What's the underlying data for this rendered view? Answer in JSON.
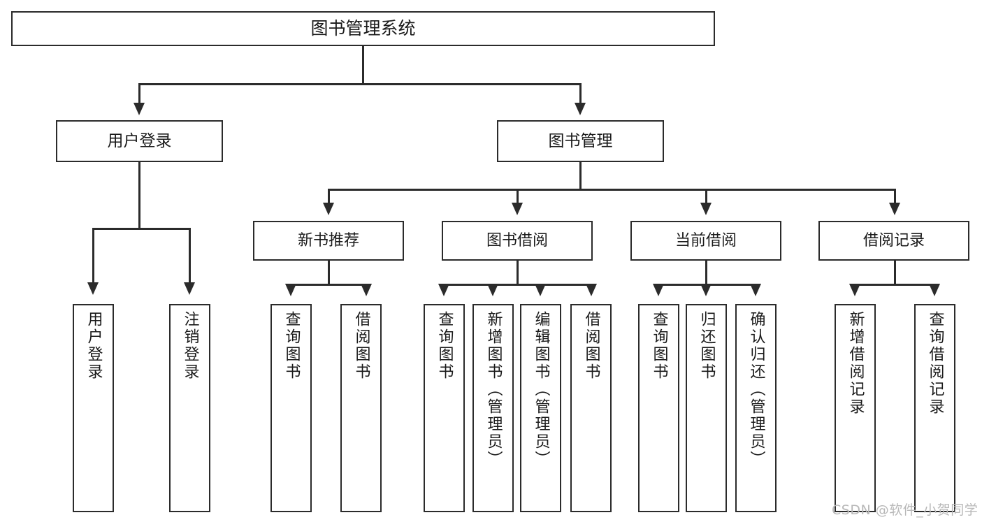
{
  "diagram": {
    "type": "tree",
    "title": "图书管理系统",
    "orientation": "top-down",
    "levels": 4,
    "line_color": "#2b2b2b",
    "box_fill": "#ffffff",
    "background": "#ffffff"
  },
  "root": {
    "label": "图书管理系统"
  },
  "level2": [
    {
      "label": "用户登录"
    },
    {
      "label": "图书管理"
    }
  ],
  "level3": [
    {
      "label": "新书推荐"
    },
    {
      "label": "图书借阅"
    },
    {
      "label": "当前借阅"
    },
    {
      "label": "借阅记录"
    }
  ],
  "leaves": {
    "user_login": [
      {
        "label": "用户登录"
      },
      {
        "label": "注销登录"
      }
    ],
    "new_book_recommend": [
      {
        "label": "查询图书"
      },
      {
        "label": "借阅图书"
      }
    ],
    "book_borrow": [
      {
        "label": "查询图书"
      },
      {
        "label": "新增图书（管理员）"
      },
      {
        "label": "编辑图书（管理员）"
      },
      {
        "label": "借阅图书"
      }
    ],
    "current_borrow": [
      {
        "label": "查询图书"
      },
      {
        "label": "归还图书"
      },
      {
        "label": "确认归还（管理员）"
      }
    ],
    "borrow_record": [
      {
        "label": "新增借阅记录"
      },
      {
        "label": "查询借阅记录"
      }
    ]
  },
  "watermark": {
    "text": "CSDN @软件_小贺同学"
  }
}
